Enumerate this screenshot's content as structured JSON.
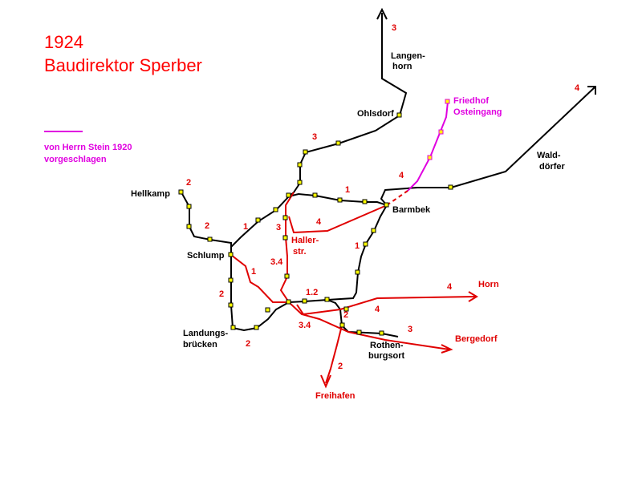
{
  "title": {
    "year": "1924",
    "author": "Baudirektor Sperber"
  },
  "legend": {
    "line1": "von Herrn Stein 1920",
    "line2": "vorgeschlagen",
    "color": "#e000e0"
  },
  "colors": {
    "existing": "#000000",
    "planned": "#e00000",
    "proposed": "#e000e0",
    "station_fill": "#ffff00"
  },
  "stations": {
    "langenhorn_1": "Langen-",
    "langenhorn_2": "horn",
    "ohlsdorf": "Ohlsdorf",
    "friedhof_1": "Friedhof",
    "friedhof_2": "Osteingang",
    "walddoerfer_1": "Wald-",
    "walddoerfer_2": "dörfer",
    "hellkamp": "Hellkamp",
    "barmbek": "Barmbek",
    "hallerstr_1": "Haller-",
    "hallerstr_2": "str.",
    "schlump": "Schlump",
    "horn": "Horn",
    "landungs_1": "Landungs-",
    "landungs_2": "brücken",
    "rothenburgsort_1": "Rothen-",
    "rothenburgsort_2": "burgsort",
    "bergedorf": "Bergedorf",
    "freihafen": "Freihafen"
  },
  "line_numbers": {
    "n3_top": "3",
    "n4_top": "4",
    "n3_ohlsdorf": "3",
    "n2_hellkamp": "2",
    "n4_friedhof": "4",
    "n1_barmbek": "1",
    "n2_hellkamp_low": "2",
    "n1_schlump_top": "1",
    "n3_haller": "3",
    "n4_haller": "4",
    "n1_east": "1",
    "n1_schlump_low": "1",
    "n34_haller": "3.4",
    "n2_west": "2",
    "n12_center": "1.2",
    "n4_horn": "4",
    "n2_center": "2",
    "n4_center": "4",
    "n34_center": "3.4",
    "n3_bergedorf": "3",
    "n2_landungs": "2",
    "n2_freihafen": "2"
  }
}
